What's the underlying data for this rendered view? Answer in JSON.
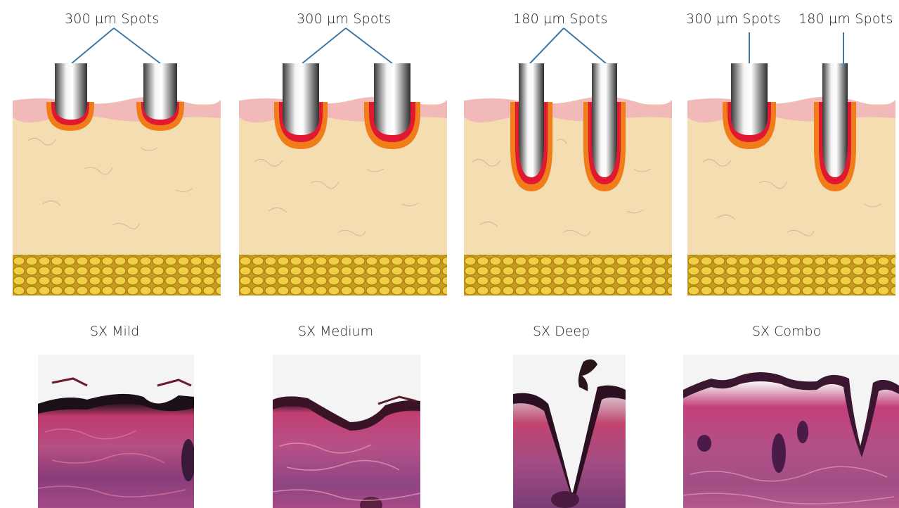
{
  "panels": [
    {
      "caption": "SX Mild",
      "labels": [
        "300 µm Spots"
      ]
    },
    {
      "caption": "SX Medium",
      "labels": [
        "300 µm Spots"
      ]
    },
    {
      "caption": "SX Deep",
      "labels": [
        "180 µm Spots"
      ]
    },
    {
      "caption": "SX Combo",
      "labels": [
        "300 µm Spots",
        "180 µm Spots"
      ]
    }
  ],
  "colors": {
    "epidermis": "#f2b9b9",
    "dermis": "#f5ddb2",
    "fat": "#e8c43a",
    "coagulation": "#f07d1a",
    "ablation": "#e01830",
    "leader": "#3b78a8",
    "tissue_pink": "#c9457a",
    "tissue_purple": "#6b3a7a"
  }
}
